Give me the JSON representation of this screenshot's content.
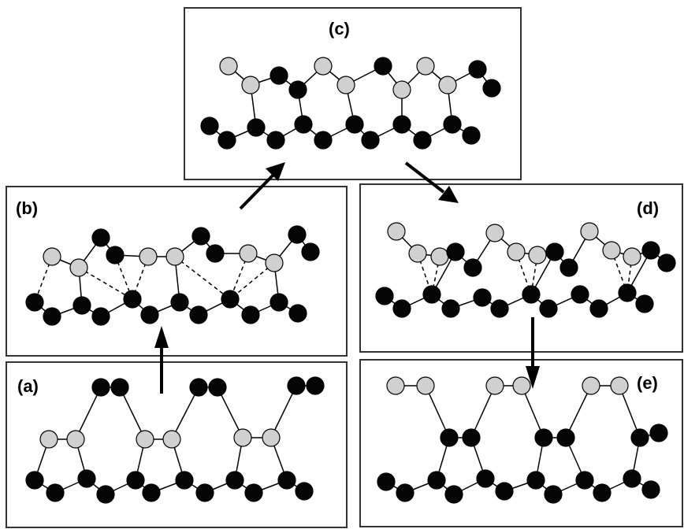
{
  "panels": [
    {
      "id": "c",
      "label": "(c)"
    },
    {
      "id": "b",
      "label": "(b)"
    },
    {
      "id": "d",
      "label": "(d)"
    },
    {
      "id": "a",
      "label": "(a)"
    },
    {
      "id": "e",
      "label": "(e)"
    }
  ],
  "colors": {
    "dark_atom": "#050505",
    "light_atom": "#d0d0d0",
    "frame": "#333333",
    "bond": "#000000",
    "background": "#ffffff"
  }
}
